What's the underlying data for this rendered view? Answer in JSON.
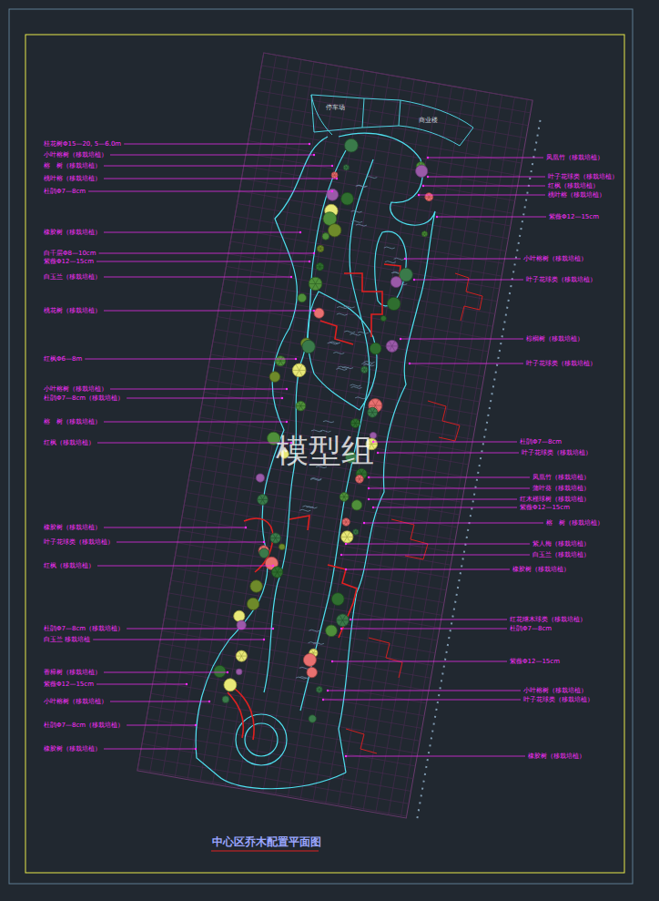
{
  "diagram": {
    "title": "中心区乔木配置平面图",
    "labels": [
      "模型组",
      "停车场",
      "商业楼",
      "桂花树Φ15—20, 5—6.0m",
      "小叶榕树（移栽培植）",
      "榕　树（移栽培植）",
      "桃叶榕（移栽培植）",
      "杜鹃Φ7—8cm",
      "橡胶树（移栽培植）",
      "白千层Φ8—10cm",
      "紫薇Φ12—15cm",
      "白玉兰（移栽培植）",
      "桃花树（移栽培植）",
      "红枫Φ6—8m",
      "小叶榕树（移栽培植）",
      "杜鹃Φ7—8cm（移栽培植）",
      "榕　树（移栽培植）",
      "红枫（移栽培植）",
      "橡胶树（移栽培植）",
      "叶子花球类（移栽培植）",
      "红枫（移栽培植）",
      "杜鹃Φ7—8cm（移栽培植）",
      "白玉兰 移栽培植",
      "香樟树（移栽培植）",
      "紫薇Φ12—15cm",
      "小叶榕树（移栽培植）",
      "杜鹃Φ7—8cm（移栽培植）",
      "橡胶树（移栽培植）",
      "凤凰竹（移栽培植）",
      "叶子花球类（移栽培植）",
      "红枫（移栽培植）",
      "桃叶榕（移栽培植）",
      "紫薇Φ12—15cm",
      "小叶榕树（移栽培植）",
      "叶子花球类（移栽培植）",
      "棕榈树（移栽培植）",
      "叶子花球类（移栽培植）",
      "杜鹃Φ7—8cm",
      "叶子花球类（移栽培植）",
      "凤凰竹（移栽培植）",
      "蒲叶葵（移栽培植）",
      "红木槿球树（移栽培植）",
      "紫薇Φ12—15cm",
      "榕　树（移栽培植）",
      "紫人梅（移栽培植）",
      "白玉兰（移栽培植）",
      "橡胶树（移栽培植）",
      "红花继木球类（移栽培植）",
      "杜鹃Φ7—8cm",
      "紫薇Φ12—15cm",
      "小叶榕树（移栽培植）",
      "叶子花球类（移栽培植）",
      "橡胶树（移栽培植）"
    ]
  }
}
